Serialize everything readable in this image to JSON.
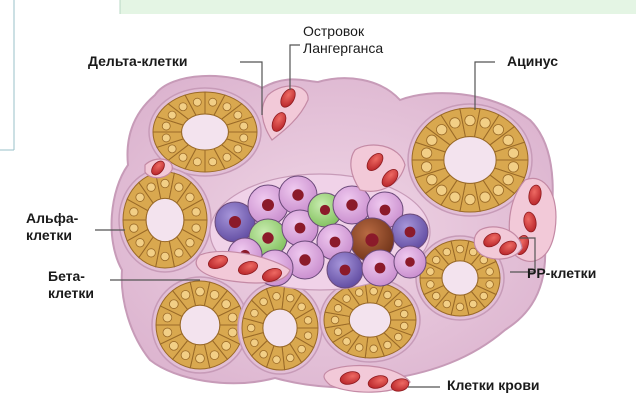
{
  "diagram": {
    "labels": {
      "delta": "Дельта-клетки",
      "islet": [
        "Островок",
        "Лангерганса"
      ],
      "acinus": "Ацинус",
      "alpha": [
        "Альфа-",
        "клетки"
      ],
      "beta": [
        "Бета-",
        "клетки"
      ],
      "pp": "PP-клетки",
      "blood": "Клетки крови"
    },
    "colors": {
      "tissue": "#e8c8dc",
      "tissue_edge": "#c79bb8",
      "acinar_cell": "#d9a84f",
      "acinar_edge": "#9a6a28",
      "acinar_nucleus": "#c99445",
      "lumen": "#f3e3ee",
      "alpha_cell": "#7f6bbd",
      "beta_cell": "#d8a3dc",
      "delta_cell": "#9ed07e",
      "pp_cell": "#8a4a2a",
      "blood_cell": "#d9433f",
      "nucleus": "#8b1a2a",
      "top_panel": "#e4f5e4"
    }
  }
}
